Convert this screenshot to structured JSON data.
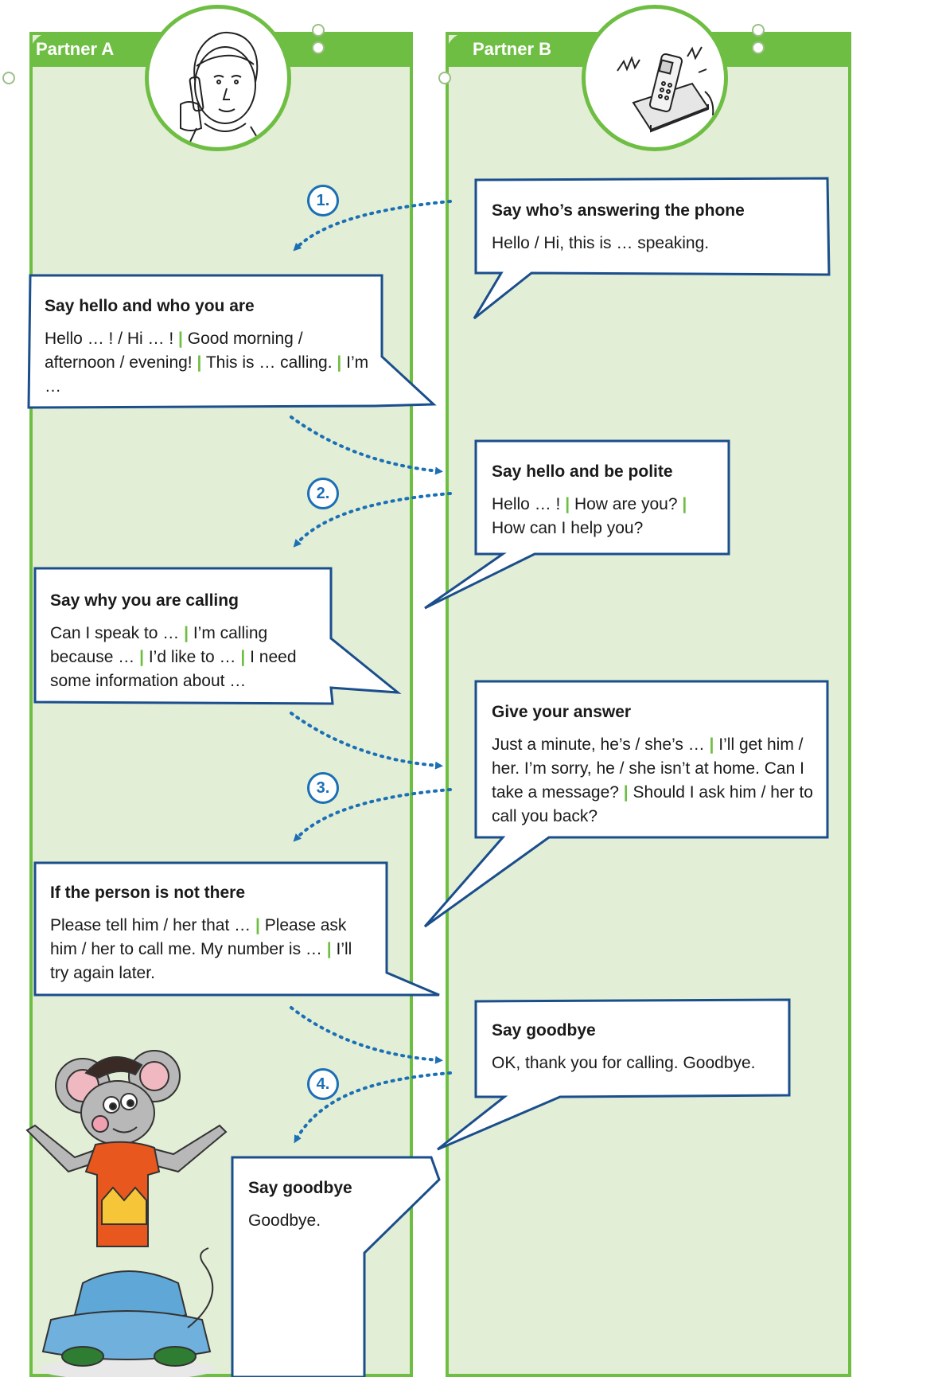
{
  "colors": {
    "panel_border": "#6fbe44",
    "panel_fill": "#e2eed6",
    "arrow": "#1a6fb5",
    "separator": "#6fbe44"
  },
  "partner_a": {
    "title": "Partner A",
    "icon": "person-on-phone-icon"
  },
  "partner_b": {
    "title": "Partner B",
    "icon": "ringing-phone-icon"
  },
  "steps": [
    "1.",
    "2.",
    "3.",
    "4."
  ],
  "separator": "|",
  "bubbles": {
    "b1": {
      "heading": "Say who’s answering the phone",
      "lines": [
        "Hello / Hi, this is … speaking."
      ]
    },
    "a1": {
      "heading": "Say hello and who you are",
      "lines": [
        "Hello … ! / Hi … !",
        "Good morning / afternoon / evening!",
        "This is … calling.",
        "I’m …"
      ]
    },
    "b2": {
      "heading": "Say hello and be polite",
      "lines": [
        "Hello … !",
        "How are you?",
        "How can I help you?"
      ]
    },
    "a2": {
      "heading": "Say why you are calling",
      "lines": [
        "Can I speak to …",
        "I’m calling because …",
        "I’d like to …",
        "I need some information about …"
      ]
    },
    "b3": {
      "heading": "Give your answer",
      "lines": [
        "Just a minute, he’s / she’s …",
        "I’ll get him / her. I’m sorry, he / she isn’t at home. Can I take a message?",
        "Should I ask him / her to call you back?"
      ]
    },
    "a3": {
      "heading": "If the person is not there",
      "lines": [
        "Please tell him / her that …",
        "Please ask him / her to call me. My number is …",
        "I’ll try again later."
      ]
    },
    "b4": {
      "heading": "Say goodbye",
      "lines": [
        "OK, thank you for calling. Goodbye."
      ]
    },
    "a4": {
      "heading": "Say goodbye",
      "lines": [
        "Goodbye."
      ]
    }
  },
  "mascot": {
    "icon": "mouse-mascot-icon"
  }
}
